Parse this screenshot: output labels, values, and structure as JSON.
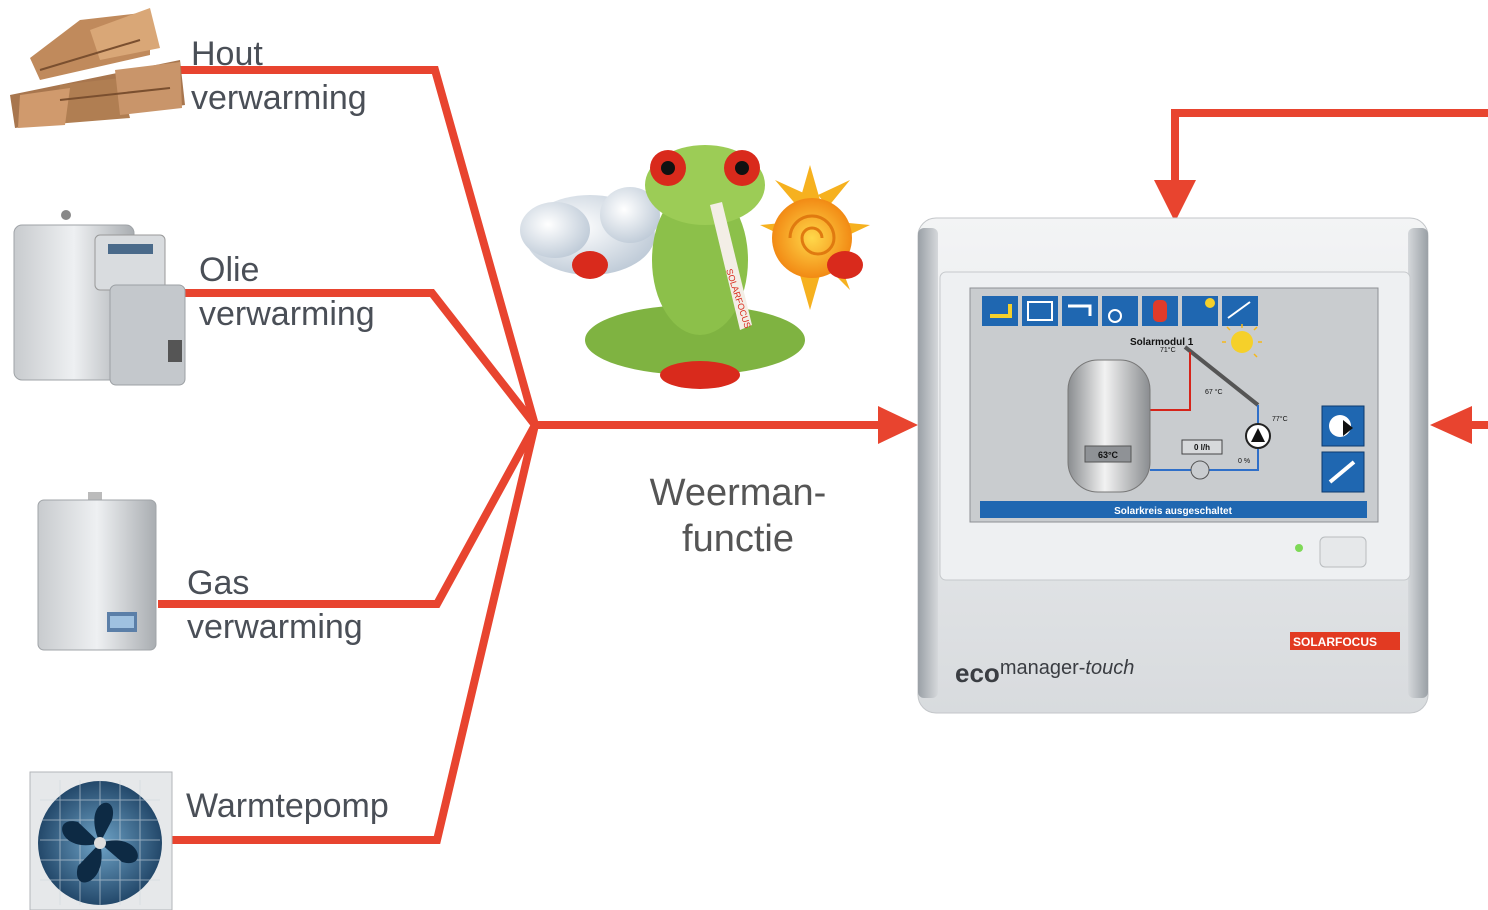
{
  "sources": [
    {
      "id": "wood",
      "name": "Hout",
      "sub": "verwarming"
    },
    {
      "id": "oil",
      "name": "Olie",
      "sub": "verwarming"
    },
    {
      "id": "gas",
      "name": "Gas",
      "sub": "verwarming"
    },
    {
      "id": "heatpump",
      "name": "Warmtepomp",
      "sub": ""
    }
  ],
  "center_label": {
    "line1": "Weerman-",
    "line2": "functie"
  },
  "mascot": {
    "sash_text": "SOLARFOCUS"
  },
  "device": {
    "brand_prefix": "eco",
    "brand_main": "manager-",
    "brand_italic": "touch",
    "logo_text": "SOLARFOCUS",
    "screen": {
      "module_title": "Solarmodul 1",
      "temp_top": "71°C",
      "temp_mid": "67 °C",
      "temp_right": "77°C",
      "tank_temp": "63°C",
      "flow": "0 l/h",
      "pump_pct": "0 %",
      "status": "Solarkreis ausgeschaltet"
    }
  },
  "colors": {
    "line": "#e8442f",
    "text": "#4a4f57",
    "screen_blue": "#1f67b1",
    "screen_bg": "#c9cccf"
  }
}
